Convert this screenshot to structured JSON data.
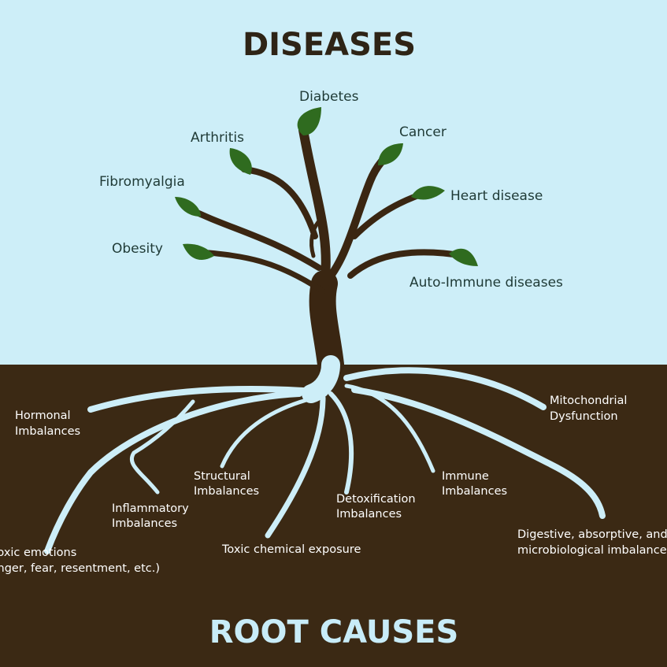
{
  "title": "DISEASES",
  "subtitle": "ROOT CAUSES",
  "colors": {
    "sky": "#cdeef8",
    "soil": "#3b2914",
    "trunk": "#3a2612",
    "leaf": "#2f6b1f",
    "root": "#cdeef8",
    "title": "#2e2416"
  },
  "diseases": [
    "Diabetes",
    "Arthritis",
    "Cancer",
    "Fibromyalgia",
    "Heart disease",
    "Obesity",
    "Auto-Immune diseases"
  ],
  "root_causes": [
    [
      "Hormonal",
      "Imbalances"
    ],
    [
      "Mitochondrial",
      "Dysfunction"
    ],
    [
      "Structural",
      "Imbalances"
    ],
    [
      "Immune",
      "Imbalances"
    ],
    [
      "Detoxification",
      "Imbalances"
    ],
    [
      "Inflammatory",
      "Imbalances"
    ],
    [
      "Toxic chemical exposure"
    ],
    [
      "Digestive, absorptive, and",
      "microbiological imbalances"
    ],
    [
      "Toxic emotions",
      "(anger, fear, resentment, etc.)"
    ]
  ]
}
